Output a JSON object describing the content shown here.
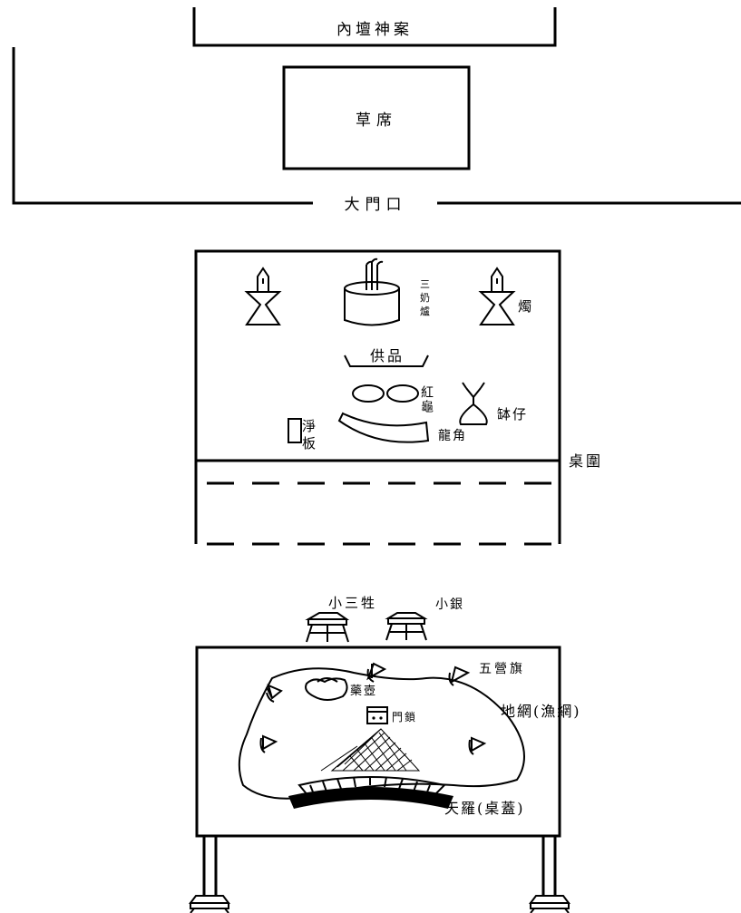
{
  "section1": {
    "altar_label": "內壇神案",
    "mat_label": "草席",
    "door_label": "大門口"
  },
  "section2": {
    "incense_burner_label": "三奶爐",
    "candle_label": "燭",
    "offerings_label": "供品",
    "red_turtle_label": "紅龜",
    "bowl_label": "缽仔",
    "purification_board_label": "淨板",
    "dragon_horn_label": "龍角",
    "table_skirt_label": "桌圍"
  },
  "section3": {
    "small_three_sacrifices_label": "小三牲",
    "small_silver_label": "小銀",
    "five_camp_flags_label": "五營旗",
    "medicine_pot_label": "藥壺",
    "door_lock_label": "門鎖",
    "earth_net_label": "地網(漁網)",
    "heaven_net_label": "天羅(桌蓋)"
  }
}
